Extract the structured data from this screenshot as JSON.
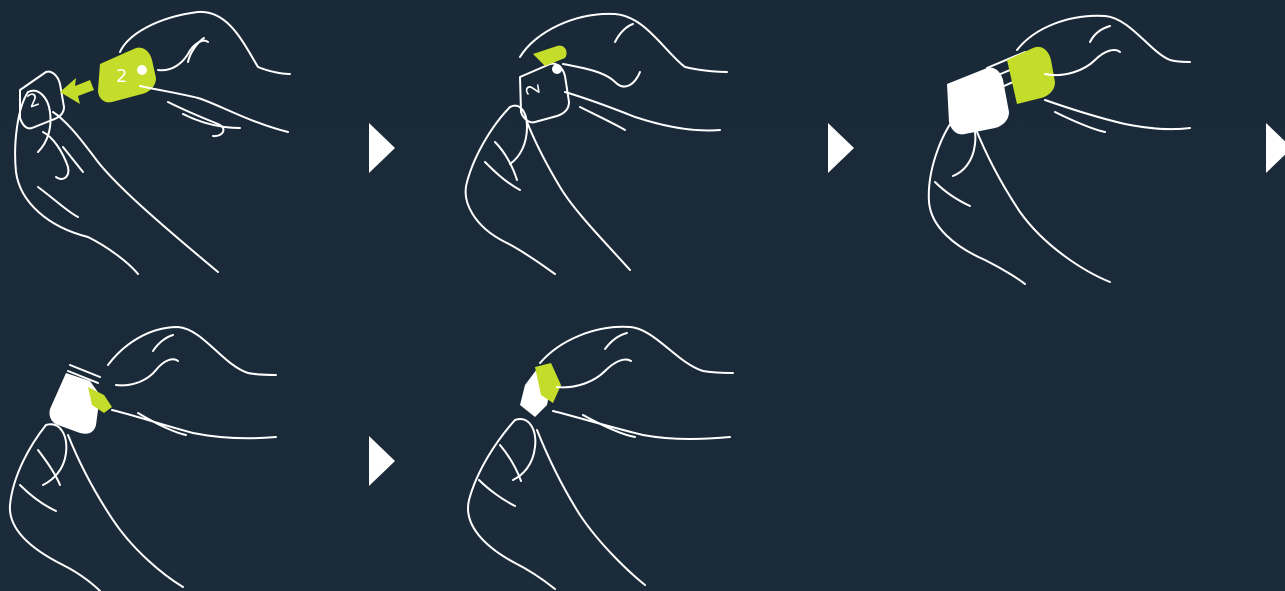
{
  "colors": {
    "background": "#1a2938",
    "line": "#ffffff",
    "accent": "#c4dc2a"
  },
  "steps": [
    {
      "icons": [
        "hand-left-icon",
        "hand-right-icon",
        "sensor-cap-icon",
        "sensor-applicator-icon",
        "insert-arrow-icon"
      ],
      "digits": [
        "2",
        "2"
      ]
    },
    {
      "icons": [
        "hand-left-icon",
        "hand-right-icon",
        "sensor-assembled-icon"
      ],
      "digits": [
        "2"
      ]
    },
    {
      "icons": [
        "hand-left-icon",
        "hand-right-icon",
        "applicator-cap-icon"
      ]
    },
    {
      "icons": [
        "hand-left-icon",
        "hand-right-icon",
        "applicator-twist-icon"
      ]
    },
    {
      "icons": [
        "hand-left-icon",
        "hand-right-icon",
        "applicator-removed-cap-icon"
      ]
    }
  ],
  "next_arrow_icon": "play-arrow-icon"
}
